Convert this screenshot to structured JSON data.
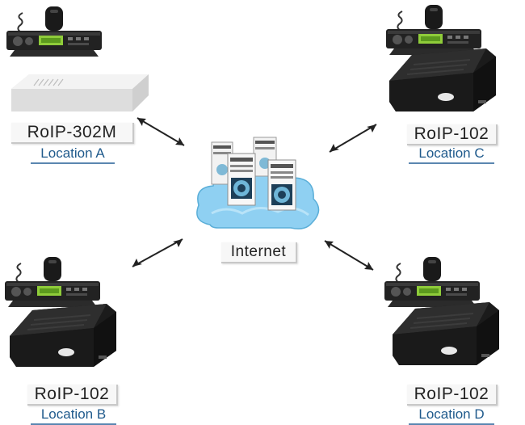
{
  "center": {
    "label": "Internet"
  },
  "nodes": [
    {
      "model": "RoIP-302M",
      "location": "Location A"
    },
    {
      "model": "RoIP-102",
      "location": "Location C"
    },
    {
      "model": "RoIP-102",
      "location": "Location B"
    },
    {
      "model": "RoIP-102",
      "location": "Location D"
    }
  ],
  "colors": {
    "location_text": "#1f5a8c",
    "cloud": "#7cc6ef",
    "device_dark": "#1b1b1b",
    "gateway_white": "#e9e9e9"
  }
}
